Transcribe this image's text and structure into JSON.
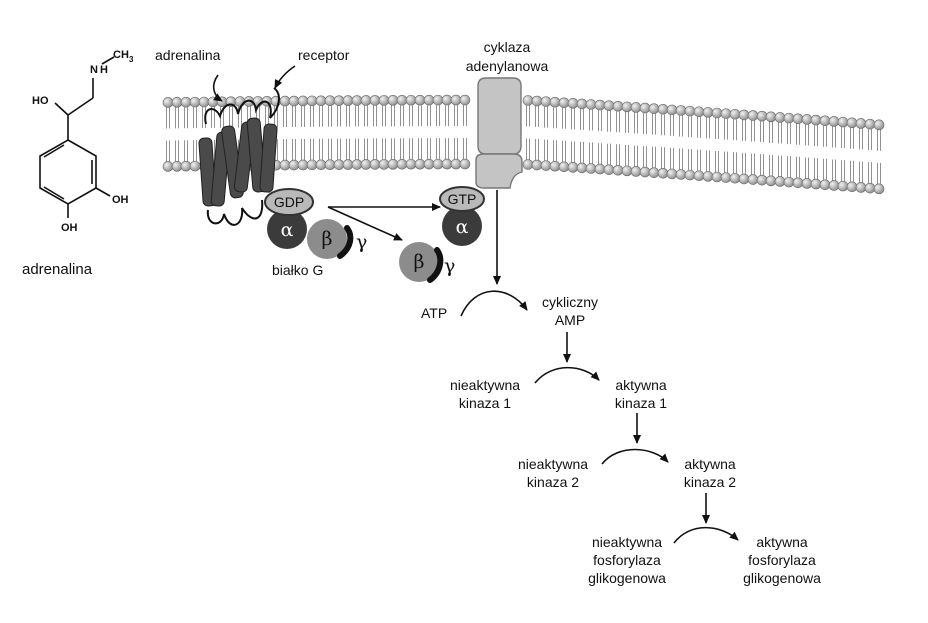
{
  "molecule": {
    "caption": "adrenalina",
    "labels": {
      "nh": "N",
      "h": "H",
      "ch3": "CH",
      "ch3_sub": "3",
      "ho": "HO",
      "oh_right": "OH",
      "oh_bottom": "OH"
    }
  },
  "labels": {
    "adrenalina": "adrenalina",
    "receptor": "receptor",
    "cyklaza_1": "cyklaza",
    "cyklaza_2": "adenylanowa",
    "gdp": "GDP",
    "gtp": "GTP",
    "alpha": "α",
    "beta": "β",
    "gamma": "γ",
    "bialko_g": "białko G",
    "atp": "ATP",
    "camp_1": "cykliczny",
    "camp_2": "AMP",
    "k1_inactive_1": "nieaktywna",
    "k1_inactive_2": "kinaza 1",
    "k1_active_1": "aktywna",
    "k1_active_2": "kinaza 1",
    "k2_inactive_1": "nieaktywna",
    "k2_inactive_2": "kinaza 2",
    "k2_active_1": "aktywna",
    "k2_active_2": "kinaza 2",
    "fos_inactive_1": "nieaktywna",
    "fos_inactive_2": "fosforylaza",
    "fos_inactive_3": "glikogenowa",
    "fos_active_1": "aktywna",
    "fos_active_2": "fosforylaza",
    "fos_active_3": "glikogenowa"
  },
  "colors": {
    "receptor": "#4a4a4a",
    "alpha_subunit": "#3b3b3b",
    "beta_subunit": "#8c8c8c",
    "gdp_gtp": "#b9b9b9",
    "cyclase": "#c4c4c4",
    "lipid_head": "#a8a8a8"
  }
}
